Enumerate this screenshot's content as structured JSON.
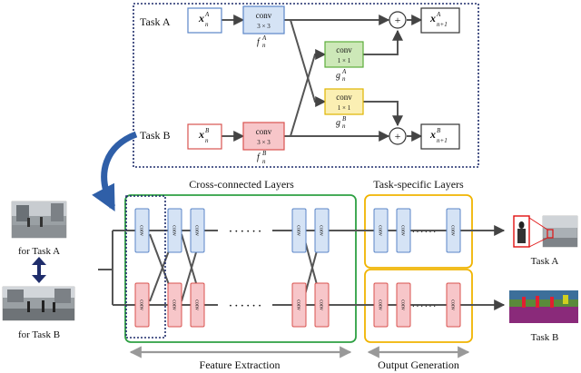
{
  "inset": {
    "task_a_label": "Task A",
    "task_b_label": "Task B",
    "x_a_n": "x",
    "x_a_n_sup": "A",
    "x_a_n_sub": "n",
    "x_a_next": "x",
    "x_a_next_sup": "A",
    "x_a_next_sub": "n+1",
    "x_b_n": "x",
    "x_b_n_sup": "B",
    "x_b_n_sub": "n",
    "x_b_next": "x",
    "x_b_next_sup": "B",
    "x_b_next_sub": "n+1",
    "conv_a_label": "conv",
    "conv_a_size": "3 × 3",
    "conv_b_label": "conv",
    "conv_b_size": "3 × 3",
    "g_a_label": "conv",
    "g_a_size": "1 × 1",
    "g_b_label": "conv",
    "g_b_size": "1 × 1",
    "f_a": "f",
    "f_a_sup": "A",
    "f_a_sub": "n",
    "f_b": "f",
    "f_b_sup": "B",
    "f_b_sub": "n",
    "g_a": "g",
    "g_a_sup": "A",
    "g_a_sub": "n",
    "g_b": "g",
    "g_b_sup": "B",
    "g_b_sub": "n",
    "plus": "+"
  },
  "main": {
    "cross_title": "Cross-connected Layers",
    "task_title": "Task-specific Layers",
    "conv_text": "conv",
    "dots": "· · · · · ·",
    "input_a_caption": "for Task A",
    "input_b_caption": "for Task B",
    "output_a_caption": "Task A",
    "output_b_caption": "Task B",
    "feature_extraction": "Feature Extraction",
    "output_generation": "Output Generation"
  },
  "colors": {
    "blue_fill": "#d5e3f5",
    "blue_stroke": "#5b86c8",
    "red_fill": "#f7c6c9",
    "red_stroke": "#d9534f",
    "green_fill": "#cde8b8",
    "green_stroke": "#5cae3b",
    "yellow_fill": "#fbefb3",
    "yellow_stroke": "#e0b400",
    "green_box": "#2ea043",
    "yellow_box": "#f0b400",
    "navy": "#1f2d6b",
    "arrow_blue": "#2f5fa8"
  }
}
